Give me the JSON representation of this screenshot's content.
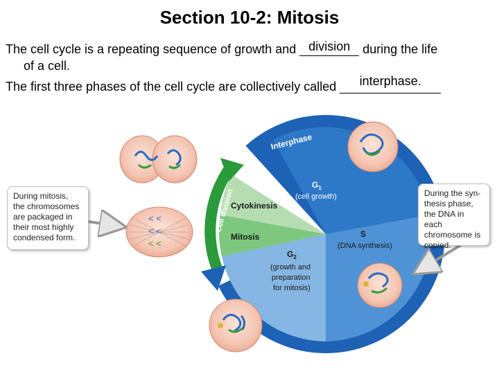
{
  "title": "Section 10-2: Mitosis",
  "statement1": {
    "before": "The cell cycle is a repeating sequence of growth and ",
    "answer": "division",
    "after": " during the life",
    "continuation": "of a cell."
  },
  "statement2": {
    "before": "The first three phases of the cell cycle are collectively called ",
    "answer": "interphase",
    "after": "."
  },
  "diagram": {
    "ring_label_interphase": "Interphase",
    "ring_label_cell_division": "Cell division",
    "g1_label": "G",
    "g1_sub": "1",
    "g1_desc": "(cell growth)",
    "s_label": "S",
    "s_desc": "(DNA synthesis)",
    "g2_label": "G",
    "g2_sub": "2",
    "g2_desc_1": "(growth and",
    "g2_desc_2": "preparation",
    "g2_desc_3": "for mitosis)",
    "cytokinesis_label": "Cytokinesis",
    "mitosis_label": "Mitosis",
    "callout_left": [
      "During mitosis,",
      "the chromosomes",
      "are packaged in",
      "their most highly",
      "condensed form."
    ],
    "callout_right": [
      "During the syn-",
      "thesis phase,",
      "the DNA in each",
      "chromosome is",
      "copied."
    ],
    "colors": {
      "ring_blue": "#1d62b5",
      "g1_blue": "#2e78c8",
      "s_blue": "#4f93d6",
      "g2_blue": "#86b6e3",
      "mitosis_green": "#7ec77f",
      "cytokinesis_green": "#b6ddb2",
      "arrow_green": "#2a9a3a",
      "cell_pink": "#f4c7b6"
    }
  }
}
